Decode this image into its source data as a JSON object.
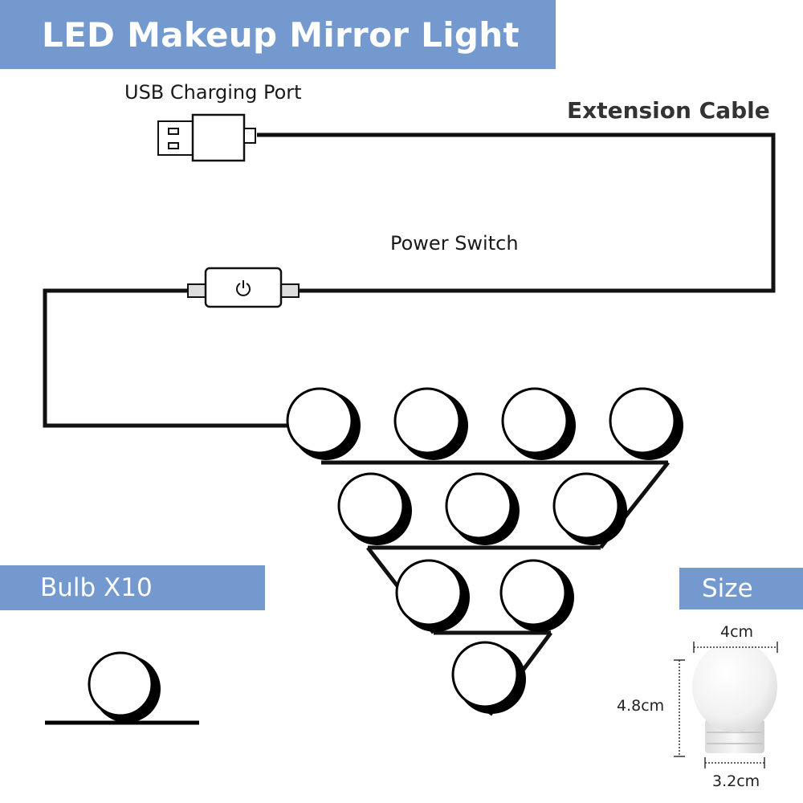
{
  "title": "LED Makeup Mirror Light",
  "labels": {
    "usb_port": "USB Charging Port",
    "extension_cable": "Extension Cable",
    "power_switch": "Power Switch"
  },
  "bulb_section": {
    "label": "Bulb X10"
  },
  "size_section": {
    "label": "Size",
    "width": "4cm",
    "height": "4.8cm",
    "base_width": "3.2cm"
  },
  "icons": [
    "usb-plug-icon",
    "power-icon",
    "bulb-icon"
  ],
  "colors": {
    "banner": "#7399cf",
    "banner_text": "#ffffff",
    "line": "#111111"
  }
}
